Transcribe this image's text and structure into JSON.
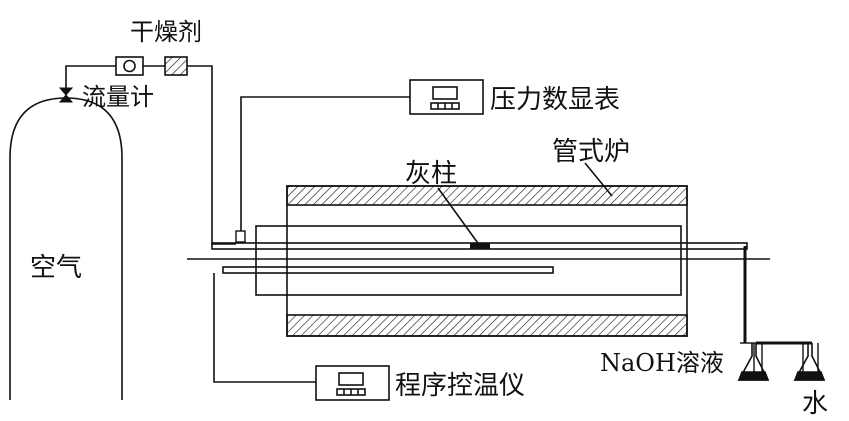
{
  "labels": {
    "desiccant": "干燥剂",
    "flowmeter": "流量计",
    "pressure_display": "压力数显表",
    "ash_column": "灰柱",
    "tube_furnace": "管式炉",
    "air": "空气",
    "naoh_solution": "NaOH溶液",
    "water": "水",
    "temp_controller": "程序控温仪"
  }
}
